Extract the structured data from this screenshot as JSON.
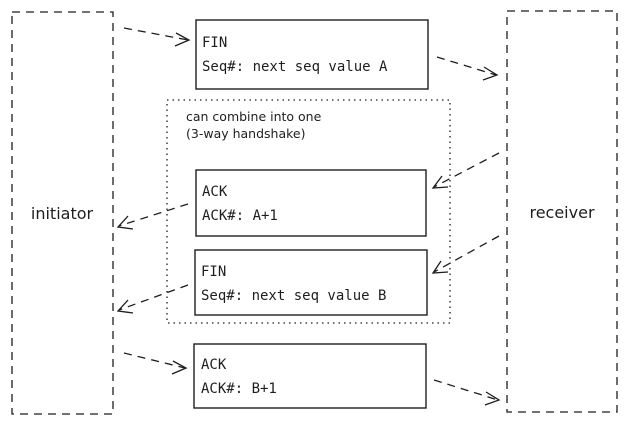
{
  "participants": {
    "initiator": "initiator",
    "receiver": "receiver"
  },
  "group_note": {
    "line1": "can combine into one",
    "line2": "(3-way handshake)"
  },
  "messages": [
    {
      "line1": "FIN",
      "line2": "Seq#: next seq value A"
    },
    {
      "line1": "ACK",
      "line2": "ACK#: A+1"
    },
    {
      "line1": "FIN",
      "line2": "Seq#: next seq value B"
    },
    {
      "line1": "ACK",
      "line2": "ACK#: B+1"
    }
  ]
}
